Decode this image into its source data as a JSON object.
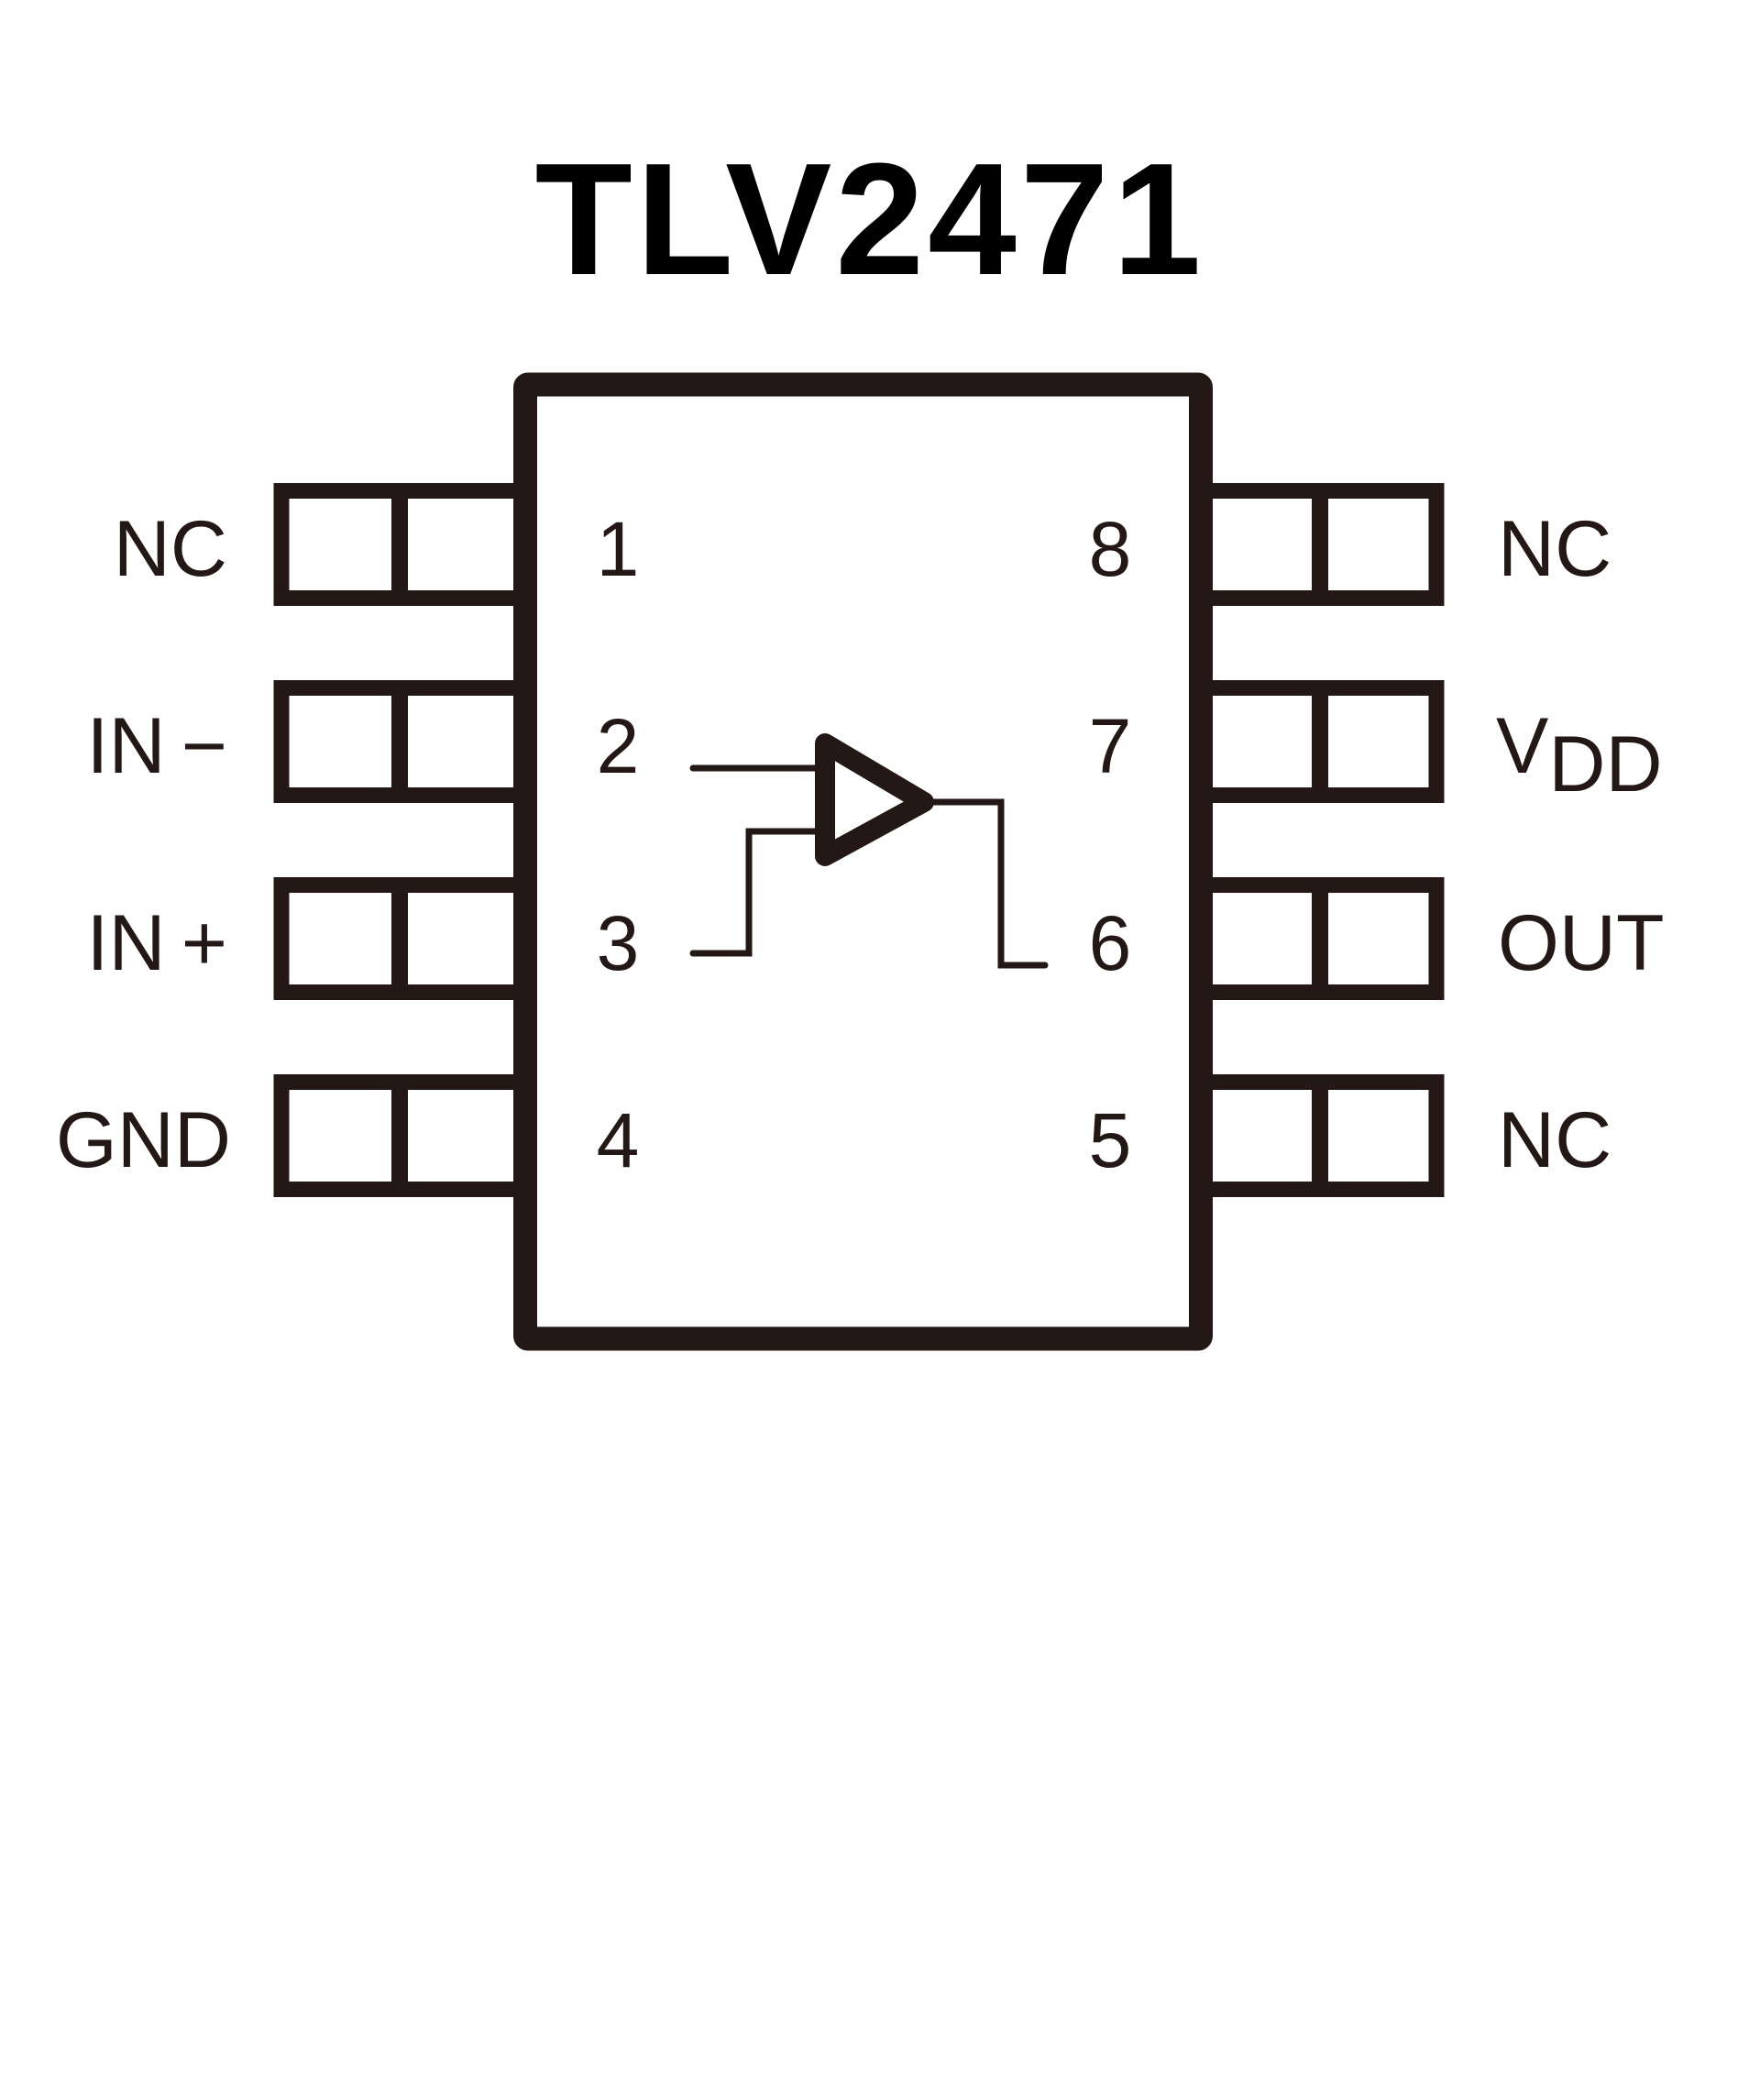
{
  "title": "TLV2471",
  "colors": {
    "ink": "#231815",
    "title": "#000000",
    "background": "#ffffff"
  },
  "package": {
    "type": "8-pin IC package (top view)",
    "pins": [
      {
        "number": "1",
        "label": "NC",
        "side": "left"
      },
      {
        "number": "2",
        "label": "IN −",
        "side": "left"
      },
      {
        "number": "3",
        "label": "IN +",
        "side": "left"
      },
      {
        "number": "4",
        "label": "GND",
        "side": "left"
      },
      {
        "number": "8",
        "label": "NC",
        "side": "right"
      },
      {
        "number": "7",
        "label": "V",
        "label_sub": "DD",
        "side": "right"
      },
      {
        "number": "6",
        "label": "OUT",
        "side": "right"
      },
      {
        "number": "5",
        "label": "NC",
        "side": "right"
      }
    ]
  },
  "symbol": {
    "name": "op-amp",
    "inverting_input_pin": "2",
    "non_inverting_input_pin": "3",
    "output_pin": "6"
  }
}
